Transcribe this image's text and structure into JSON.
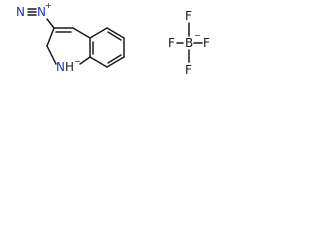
{
  "molecule": {
    "diazonium": {
      "n_left": "N",
      "n_right": "N",
      "charge": "+"
    },
    "ring_nitrogen": {
      "label": "N",
      "hydrogen": "H",
      "charge": "−"
    },
    "tetrafluoroborate": {
      "boron": "B",
      "boron_charge": "−",
      "fluorines": [
        "F",
        "F",
        "F",
        "F"
      ]
    }
  }
}
